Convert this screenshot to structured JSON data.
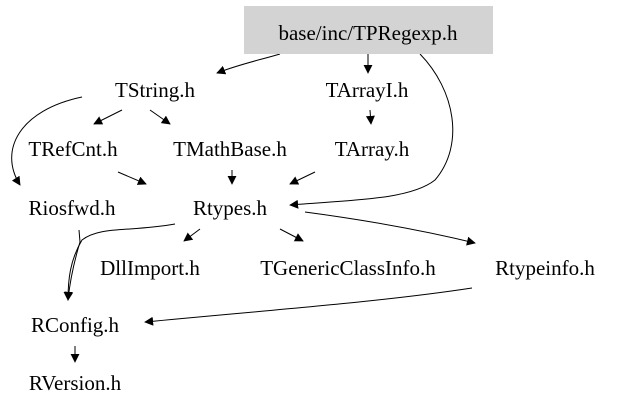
{
  "graph": {
    "root_fill": "#d3d3d3",
    "nodes": [
      {
        "id": "tpregexp",
        "label": "base/inc/TPRegexp.h",
        "root": true
      },
      {
        "id": "tstring",
        "label": "TString.h"
      },
      {
        "id": "tarrayi",
        "label": "TArrayI.h"
      },
      {
        "id": "trefcnt",
        "label": "TRefCnt.h"
      },
      {
        "id": "tmathbase",
        "label": "TMathBase.h"
      },
      {
        "id": "tarray",
        "label": "TArray.h"
      },
      {
        "id": "riosfwd",
        "label": "Riosfwd.h"
      },
      {
        "id": "rtypes",
        "label": "Rtypes.h"
      },
      {
        "id": "dllimport",
        "label": "DllImport.h"
      },
      {
        "id": "tgenericclassinfo",
        "label": "TGenericClassInfo.h"
      },
      {
        "id": "rtypeinfo",
        "label": "Rtypeinfo.h"
      },
      {
        "id": "rconfig",
        "label": "RConfig.h"
      },
      {
        "id": "rversion",
        "label": "RVersion.h"
      }
    ],
    "edges": [
      {
        "from": "tpregexp",
        "to": "tstring"
      },
      {
        "from": "tpregexp",
        "to": "tarrayi"
      },
      {
        "from": "tpregexp",
        "to": "rtypes"
      },
      {
        "from": "tstring",
        "to": "riosfwd"
      },
      {
        "from": "tstring",
        "to": "trefcnt"
      },
      {
        "from": "tstring",
        "to": "tmathbase"
      },
      {
        "from": "tarrayi",
        "to": "tarray"
      },
      {
        "from": "trefcnt",
        "to": "rtypes"
      },
      {
        "from": "tmathbase",
        "to": "rtypes"
      },
      {
        "from": "tarray",
        "to": "rtypes"
      },
      {
        "from": "rtypes",
        "to": "dllimport"
      },
      {
        "from": "rtypes",
        "to": "tgenericclassinfo"
      },
      {
        "from": "rtypes",
        "to": "rtypeinfo"
      },
      {
        "from": "rtypes",
        "to": "rconfig"
      },
      {
        "from": "riosfwd",
        "to": "rconfig"
      },
      {
        "from": "rtypeinfo",
        "to": "rconfig"
      },
      {
        "from": "rconfig",
        "to": "rversion"
      }
    ]
  }
}
